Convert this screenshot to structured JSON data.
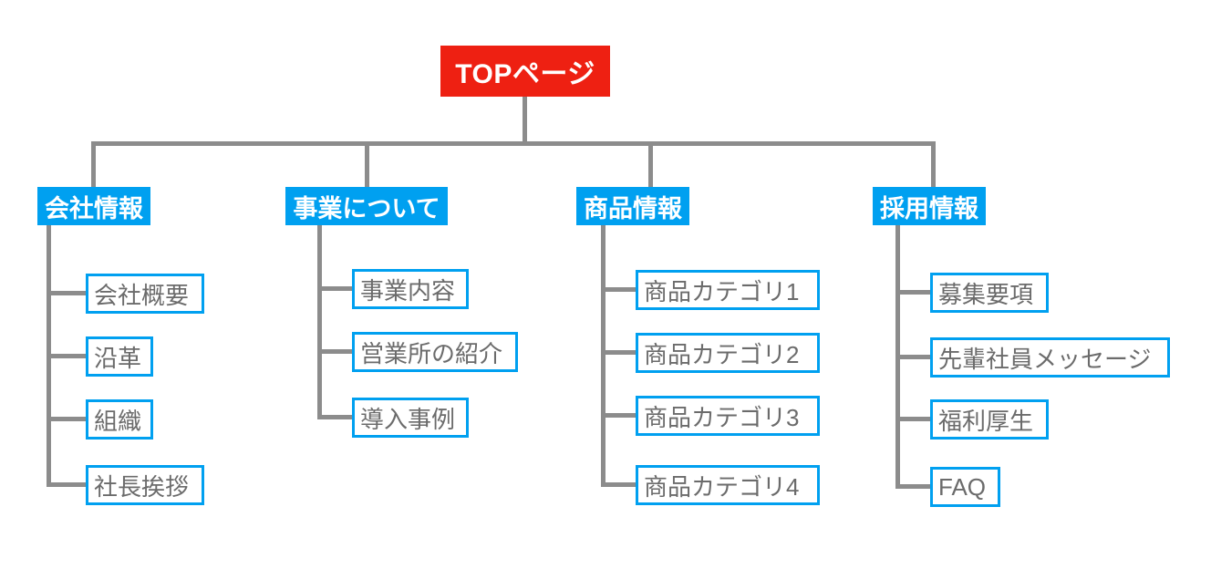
{
  "diagram": {
    "type": "sitemap-tree",
    "title": "TOPページ",
    "colors": {
      "root_fill": "#ee2012",
      "root_text": "#ffffff",
      "section_fill": "#00a0f0",
      "section_text": "#ffffff",
      "leaf_border": "#00a0f0",
      "leaf_fill": "#ffffff",
      "leaf_text": "#6b6b6b",
      "connector": "#8c8c8c",
      "background": "#ffffff"
    },
    "root": {
      "label": "TOPページ"
    },
    "sections": [
      {
        "label": "会社情報",
        "children": [
          {
            "label": "会社概要"
          },
          {
            "label": "沿革"
          },
          {
            "label": "組織"
          },
          {
            "label": "社長挨拶"
          }
        ]
      },
      {
        "label": "事業について",
        "children": [
          {
            "label": "事業内容"
          },
          {
            "label": "営業所の紹介"
          },
          {
            "label": "導入事例"
          }
        ]
      },
      {
        "label": "商品情報",
        "children": [
          {
            "label": "商品カテゴリ1"
          },
          {
            "label": "商品カテゴリ2"
          },
          {
            "label": "商品カテゴリ3"
          },
          {
            "label": "商品カテゴリ4"
          }
        ]
      },
      {
        "label": "採用情報",
        "children": [
          {
            "label": "募集要項"
          },
          {
            "label": "先輩社員メッセージ"
          },
          {
            "label": "福利厚生"
          },
          {
            "label": "FAQ"
          }
        ]
      }
    ]
  }
}
